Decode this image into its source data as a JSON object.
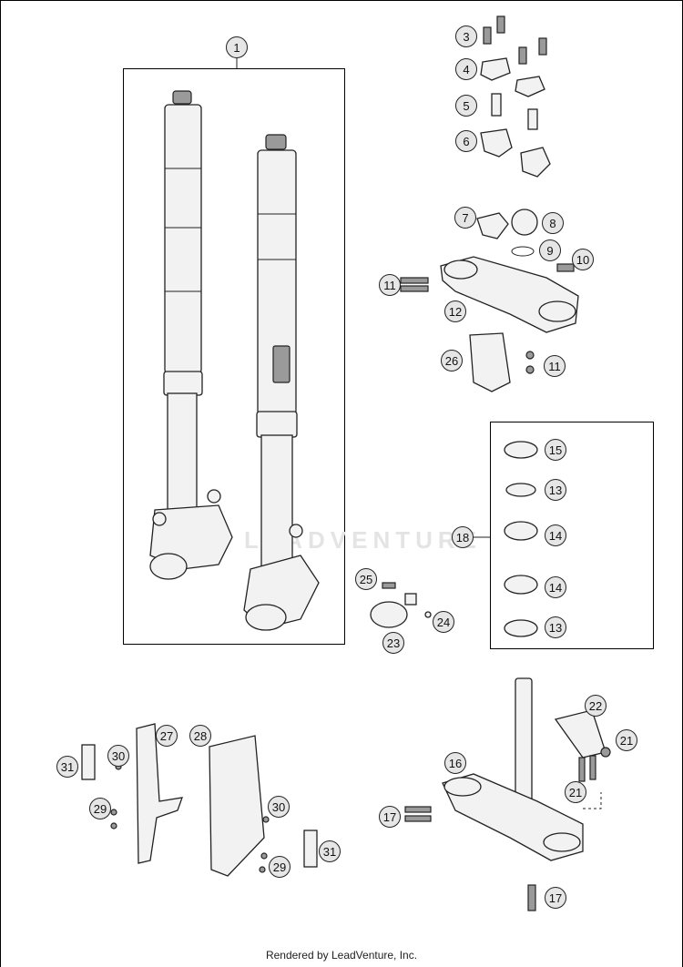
{
  "watermark": "LEADVENTURE",
  "footer": "Rendered by LeadVenture, Inc.",
  "callouts": {
    "c1": "1",
    "c3": "3",
    "c4": "4",
    "c5": "5",
    "c6": "6",
    "c7": "7",
    "c8": "8",
    "c9": "9",
    "c10": "10",
    "c11a": "11",
    "c11b": "11",
    "c12": "12",
    "c13a": "13",
    "c13b": "13",
    "c14a": "14",
    "c14b": "14",
    "c15": "15",
    "c16": "16",
    "c17a": "17",
    "c17b": "17",
    "c18": "18",
    "c21a": "21",
    "c21b": "21",
    "c22": "22",
    "c23": "23",
    "c24": "24",
    "c25": "25",
    "c26": "26",
    "c27": "27",
    "c28": "28",
    "c29a": "29",
    "c29b": "29",
    "c30a": "30",
    "c30b": "30",
    "c31a": "31",
    "c31b": "31"
  }
}
